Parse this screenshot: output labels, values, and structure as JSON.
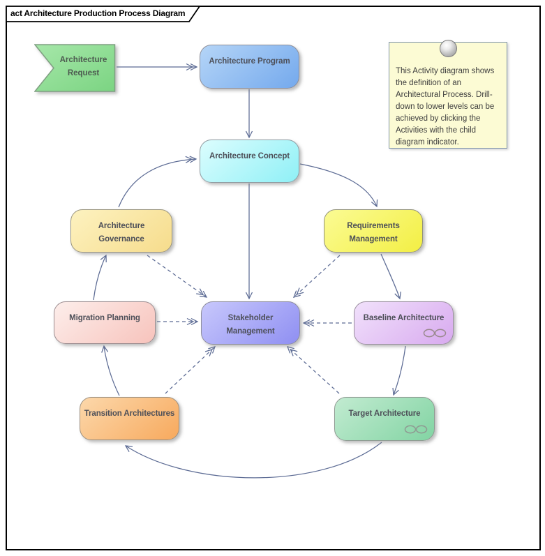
{
  "frame": {
    "title": "act Architecture Production Process Diagram"
  },
  "colors": {
    "connector": "#5c6b94",
    "node_text": "#4d4f58",
    "frame_border": "#000000",
    "request": {
      "light": "#a6e7a9",
      "dark": "#7bd482",
      "border": "#7f9f81"
    },
    "program": {
      "light": "#b5d5f7",
      "dark": "#74a9ed",
      "border": "#8e8e98"
    },
    "concept": {
      "light": "#dcfdfe",
      "dark": "#8ff0f6",
      "border": "#8e9aa0"
    },
    "governance": {
      "light": "#fdf2c0",
      "dark": "#f6dc8c",
      "border": "#99947e"
    },
    "requirements": {
      "light": "#fbfb94",
      "dark": "#f3ef44",
      "border": "#92927a"
    },
    "migration": {
      "light": "#fdeeeb",
      "dark": "#f7c3bc",
      "border": "#9c8d90"
    },
    "stakeholder": {
      "light": "#c8c8fc",
      "dark": "#8f8ff2",
      "border": "#8d8d9c"
    },
    "baseline": {
      "light": "#f1e1fb",
      "dark": "#d8aaef",
      "border": "#9a8f9f"
    },
    "transition": {
      "light": "#fcd8ab",
      "dark": "#f7a95d",
      "border": "#9c9080"
    },
    "target": {
      "light": "#c2ebd1",
      "dark": "#82d4a3",
      "border": "#8f9a92"
    },
    "note_bg": "#fcfbd4",
    "note_border": "#8095aa"
  },
  "nodes": {
    "request": {
      "label": "Architecture Request",
      "type": "accept-event-action"
    },
    "program": {
      "label": "Architecture Program",
      "type": "activity"
    },
    "concept": {
      "label": "Architecture Concept",
      "type": "activity"
    },
    "governance": {
      "label": "Architecture Governance",
      "type": "activity"
    },
    "requirements": {
      "label": "Requirements Management",
      "type": "activity"
    },
    "migration": {
      "label": "Migration Planning",
      "type": "activity"
    },
    "stakeholder": {
      "label": "Stakeholder Management",
      "type": "activity"
    },
    "baseline": {
      "label": "Baseline Architecture",
      "type": "activity",
      "has_child_diagram_indicator": true
    },
    "transition": {
      "label": "Transition Architectures",
      "type": "activity"
    },
    "target": {
      "label": "Target Architecture",
      "type": "activity",
      "has_child_diagram_indicator": true
    }
  },
  "note": {
    "text": "This Activity diagram shows the definition of an Architectural Process. Drill-down to lower levels can be achieved by clicking the Activities with the child diagram indicator.",
    "pin_icon": "sphere-pin"
  },
  "icons": {
    "child_diagram_indicator": "linked-ellipses",
    "note_pin": "sphere-pin"
  },
  "flows": [
    {
      "from": "request",
      "to": "program",
      "style": "solid"
    },
    {
      "from": "program",
      "to": "concept",
      "style": "solid"
    },
    {
      "from": "concept",
      "to": "stakeholder",
      "style": "solid"
    },
    {
      "from": "concept",
      "to": "requirements",
      "style": "solid"
    },
    {
      "from": "governance",
      "to": "concept",
      "style": "solid"
    },
    {
      "from": "requirements",
      "to": "baseline",
      "style": "solid"
    },
    {
      "from": "baseline",
      "to": "target",
      "style": "solid"
    },
    {
      "from": "target",
      "to": "transition",
      "style": "solid"
    },
    {
      "from": "transition",
      "to": "migration",
      "style": "solid"
    },
    {
      "from": "migration",
      "to": "governance",
      "style": "solid"
    },
    {
      "from": "governance",
      "to": "stakeholder",
      "style": "dashed"
    },
    {
      "from": "migration",
      "to": "stakeholder",
      "style": "dashed"
    },
    {
      "from": "requirements",
      "to": "stakeholder",
      "style": "dashed"
    },
    {
      "from": "baseline",
      "to": "stakeholder",
      "style": "dashed"
    },
    {
      "from": "transition",
      "to": "stakeholder",
      "style": "dashed"
    },
    {
      "from": "target",
      "to": "stakeholder",
      "style": "dashed"
    }
  ]
}
